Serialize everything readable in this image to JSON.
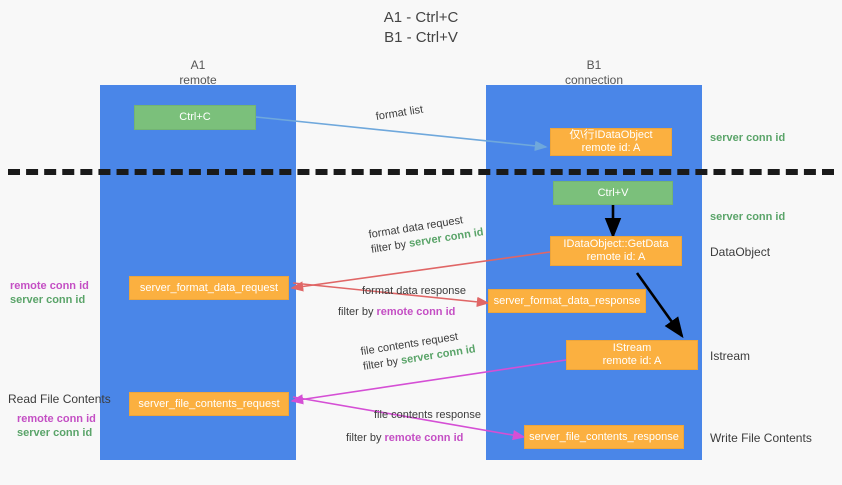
{
  "title": {
    "line1": "A1 - Ctrl+C",
    "line2": "B1 - Ctrl+V"
  },
  "lanes": [
    {
      "id": "a1",
      "name": "A1",
      "sub": "remote"
    },
    {
      "id": "b1",
      "name": "B1",
      "sub": "connection"
    }
  ],
  "nodes": {
    "ctrl_c": {
      "label": "Ctrl+C"
    },
    "idataobject": {
      "line1": "仅\\行IDataObject",
      "line2": "remote id: A"
    },
    "ctrl_v": {
      "label": "Ctrl+V"
    },
    "getdata": {
      "line1": "IDataObject::GetData",
      "line2": "remote id: A"
    },
    "istream": {
      "line1": "IStream",
      "line2": "remote id: A"
    },
    "fmt_req": {
      "label": "server_format_data_request"
    },
    "fmt_resp": {
      "label": "server_format_data_response"
    },
    "file_req": {
      "label": "server_file_contents_request"
    },
    "file_resp": {
      "label": "server_file_contents_response"
    }
  },
  "edges": {
    "format_list": {
      "label": "format list"
    },
    "fmt_data_req": {
      "label": "format data request",
      "filter_prefix": "filter by ",
      "filter_value": "server conn id"
    },
    "fmt_data_resp": {
      "label": "format data response",
      "filter_prefix": "filter by ",
      "filter_value": "remote conn id"
    },
    "file_contents_req": {
      "label": "file contents request",
      "filter_prefix": "filter by ",
      "filter_value": "server conn id"
    },
    "file_contents_resp": {
      "label": "file contents response",
      "filter_prefix": "filter by ",
      "filter_value": "remote conn id"
    }
  },
  "right_labels": {
    "server_conn_id_top": "server conn id",
    "server_conn_id_mid": "server conn id",
    "dataobject": "DataObject",
    "istream": "Istream",
    "write_file_contents": "Write File Contents"
  },
  "left_labels": {
    "remote_conn_id_1": "remote conn id",
    "server_conn_id_1": "server conn id",
    "read_file_contents": "Read File Contents",
    "remote_conn_id_2": "remote conn id",
    "server_conn_id_2": "server conn id"
  },
  "colors": {
    "lane": "#4a86e8",
    "green_node": "#7bc07b",
    "orange_node": "#fbb040",
    "green_text": "#5aa469",
    "purple_text": "#c44fc4",
    "blue_arrow": "#6fa8dc",
    "red_arrow": "#e06666",
    "magenta_arrow": "#d54fd5",
    "black_arrow": "#000000",
    "background": "#f8f8f8"
  }
}
